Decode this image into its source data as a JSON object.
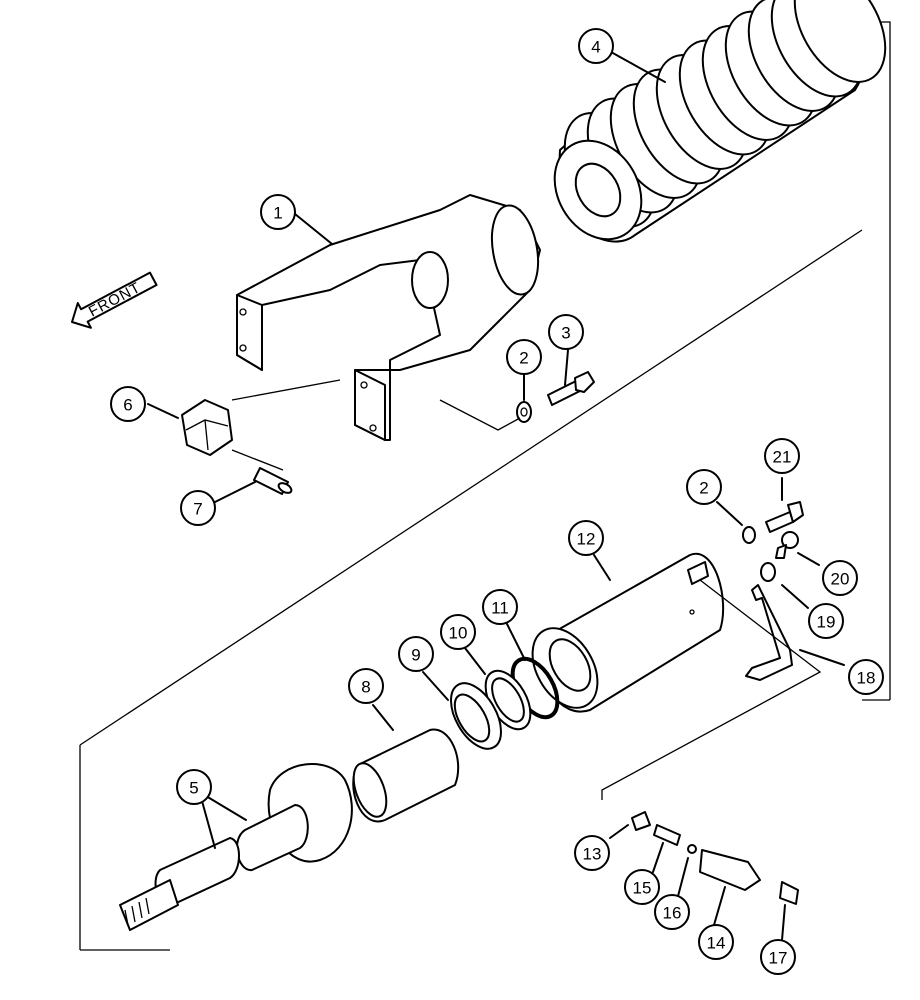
{
  "front_label": "FRONT",
  "callouts": [
    {
      "id": "c1",
      "label": "1"
    },
    {
      "id": "c2a",
      "label": "2"
    },
    {
      "id": "c2b",
      "label": "2"
    },
    {
      "id": "c3",
      "label": "3"
    },
    {
      "id": "c4",
      "label": "4"
    },
    {
      "id": "c5",
      "label": "5"
    },
    {
      "id": "c6",
      "label": "6"
    },
    {
      "id": "c7",
      "label": "7"
    },
    {
      "id": "c8",
      "label": "8"
    },
    {
      "id": "c9",
      "label": "9"
    },
    {
      "id": "c10",
      "label": "10"
    },
    {
      "id": "c11",
      "label": "11"
    },
    {
      "id": "c12",
      "label": "12"
    },
    {
      "id": "c13",
      "label": "13"
    },
    {
      "id": "c14",
      "label": "14"
    },
    {
      "id": "c15",
      "label": "15"
    },
    {
      "id": "c16",
      "label": "16"
    },
    {
      "id": "c17",
      "label": "17"
    },
    {
      "id": "c18",
      "label": "18"
    },
    {
      "id": "c19",
      "label": "19"
    },
    {
      "id": "c20",
      "label": "20"
    },
    {
      "id": "c21",
      "label": "21"
    }
  ]
}
